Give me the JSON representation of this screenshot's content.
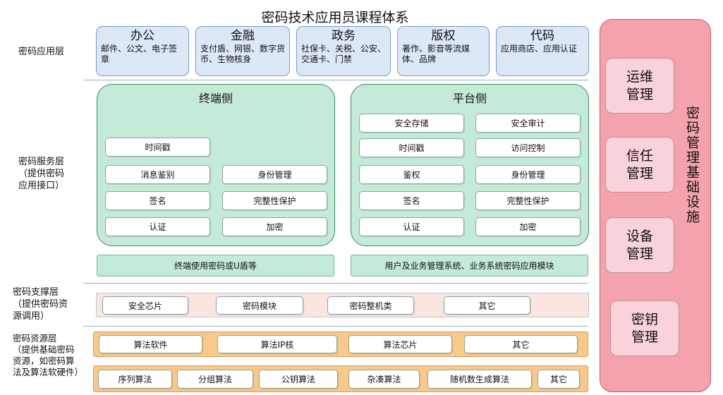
{
  "title": "密码技术应用员课程体系",
  "layers": {
    "app": "密码应用层",
    "service": "密码服务层\n（提供密码\n应用接口）",
    "support": "密码支撑层\n（提供密码资\n源调用）",
    "resource": "密码资源层\n（提供基础密码\n资源，如密码算\n法及算法软硬件）"
  },
  "app_boxes": [
    {
      "title": "办公",
      "desc": "邮件、公文、电子签章"
    },
    {
      "title": "金融",
      "desc": "支付盾、网银、数字货币、生物核身"
    },
    {
      "title": "政务",
      "desc": "社保卡、关税、公安、交通卡、门禁"
    },
    {
      "title": "版权",
      "desc": "著作、影音等流媒体、品牌"
    },
    {
      "title": "代码",
      "desc": "应用商店、应用认证"
    }
  ],
  "terminal": {
    "title": "终端侧",
    "items": [
      "时间戳",
      "消息鉴别",
      "身份管理",
      "签名",
      "完整性保护",
      "认证",
      "加密"
    ],
    "bar": "终端使用密码或U盾等"
  },
  "platform": {
    "title": "平台侧",
    "items": [
      "安全存储",
      "安全审计",
      "时间戳",
      "访问控制",
      "鉴权",
      "身份管理",
      "签名",
      "完整性保护",
      "认证",
      "加密"
    ],
    "bar": "用户及业务管理系统、业务系统密码应用模块"
  },
  "support_items": [
    "安全芯片",
    "密码模块",
    "密码整机类",
    "其它"
  ],
  "resource_row1": [
    "算法软件",
    "算法IP核",
    "算法芯片",
    "其它"
  ],
  "resource_row2": [
    "序列算法",
    "分组算法",
    "公钥算法",
    "杂凑算法",
    "随机数生成算法",
    "其它"
  ],
  "infra": {
    "label": "密码管理基础设施",
    "items": [
      "运维\n管理",
      "信任\n管理",
      "设备\n管理",
      "密钥\n管理"
    ]
  },
  "colors": {
    "app_fill": "#dce8f6",
    "green_fill": "#c4ead8",
    "support_fill": "#fbe5e1",
    "resource_fill": "#f8c98a",
    "infra_fill": "#f4a3ae",
    "infra_item_fill": "#f9d3d9"
  }
}
